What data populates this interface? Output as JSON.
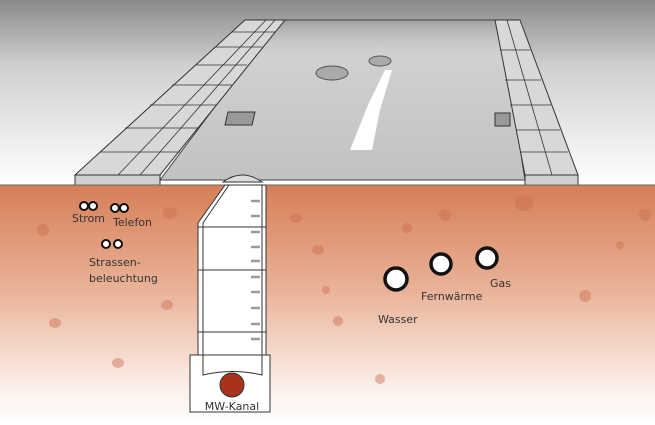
{
  "labels": {
    "strom": "Strom",
    "telefon": "Telefon",
    "strassen_1": "Strassen-",
    "strassen_2": "beleuchtung",
    "wasser": "Wasser",
    "fernwaerme": "Fernwärme",
    "gas": "Gas",
    "mw_kanal": "MW-Kanal"
  },
  "colors": {
    "soil_top": "#d9825c",
    "soil_bottom": "#ffffff",
    "sewer_pipe": "#a8321a",
    "road": "#bdbdbd"
  }
}
